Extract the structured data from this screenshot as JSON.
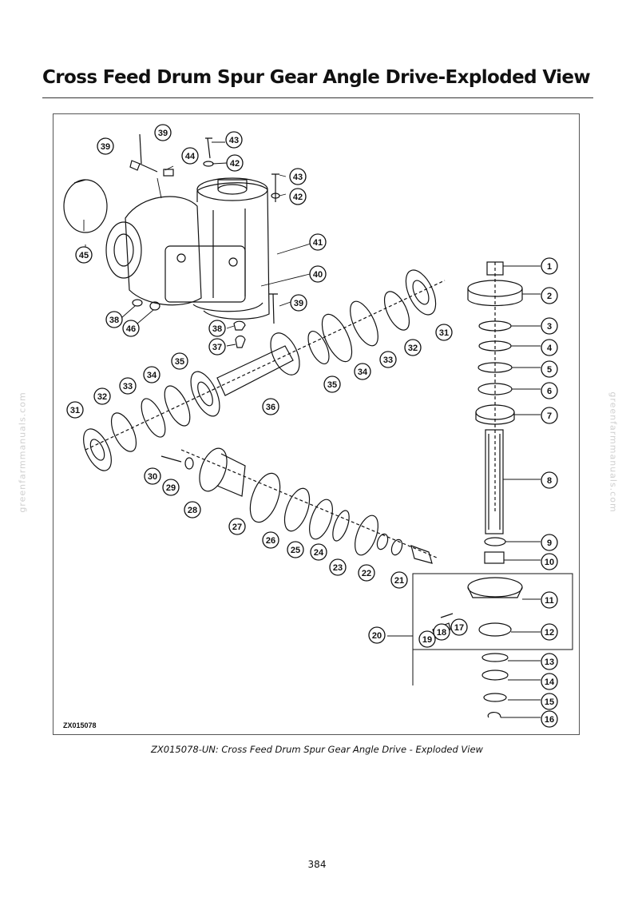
{
  "page": {
    "title": "Cross Feed Drum Spur Gear Angle Drive-Exploded View",
    "caption": "ZX015078-UN: Cross Feed Drum Spur Gear Angle Drive - Exploded View",
    "page_number": "384",
    "watermark": "greenfarmmanuals.com"
  },
  "figure": {
    "id_label": "ZX015078",
    "callouts": [
      "1",
      "2",
      "3",
      "4",
      "5",
      "6",
      "7",
      "8",
      "9",
      "10",
      "11",
      "12",
      "13",
      "14",
      "15",
      "16",
      "17",
      "18",
      "19",
      "20",
      "21",
      "22",
      "23",
      "24",
      "25",
      "26",
      "27",
      "28",
      "29",
      "30",
      "31",
      "32",
      "33",
      "34",
      "35",
      "36",
      "37",
      "38",
      "39",
      "40",
      "41",
      "42",
      "43",
      "44",
      "45",
      "46"
    ]
  },
  "colors": {
    "ink": "#111111",
    "frame": "#555555",
    "watermark": "#cfcfcf"
  }
}
